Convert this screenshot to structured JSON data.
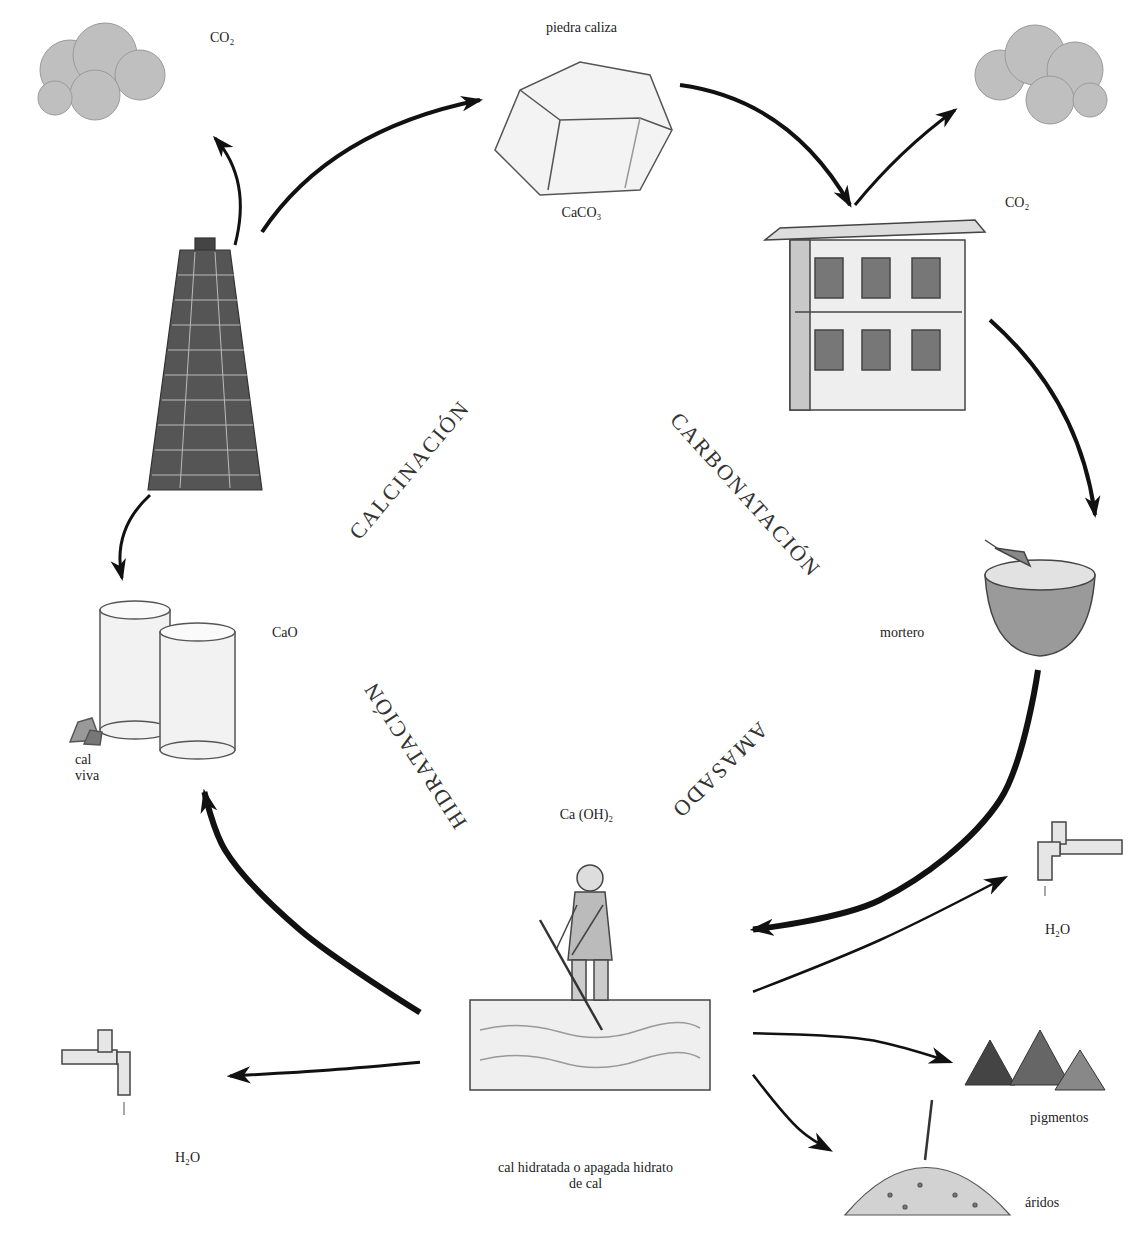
{
  "diagram": {
    "nodes": [
      {
        "text": [
          "CO₂"
        ]
      },
      {
        "text": [
          "piedra caliza",
          "CaCO₃"
        ]
      },
      {
        "text": [
          "CO₂"
        ]
      },
      {
        "text": [
          "CaO",
          "cal viva"
        ]
      },
      {
        "text": [
          "mortero"
        ]
      },
      {
        "text": [
          "H₂O"
        ]
      },
      {
        "text": [
          "pigmentos"
        ]
      },
      {
        "text": [
          "áridos"
        ]
      },
      {
        "text": [
          "H₂O"
        ]
      },
      {
        "text": [
          "Ca (OH)₂",
          "cal hidratada o apagada hidrato de cal"
        ]
      }
    ],
    "edges": [
      {
        "from": 4,
        "to": 9,
        "arrow": "to"
      },
      {
        "from": 9,
        "to": 5,
        "arrow": "to"
      },
      {
        "from": 9,
        "to": 6,
        "arrow": "to"
      },
      {
        "from": 9,
        "to": 7,
        "arrow": "to"
      },
      {
        "from": 9,
        "to": 8,
        "arrow": "to"
      },
      {
        "from": 9,
        "to": 3,
        "arrow": "to"
      }
    ],
    "labels": [
      "CALCINACIÓN",
      "CARBONATACIÓN",
      "HIDRATACIÓN",
      "AMASADO"
    ]
  }
}
